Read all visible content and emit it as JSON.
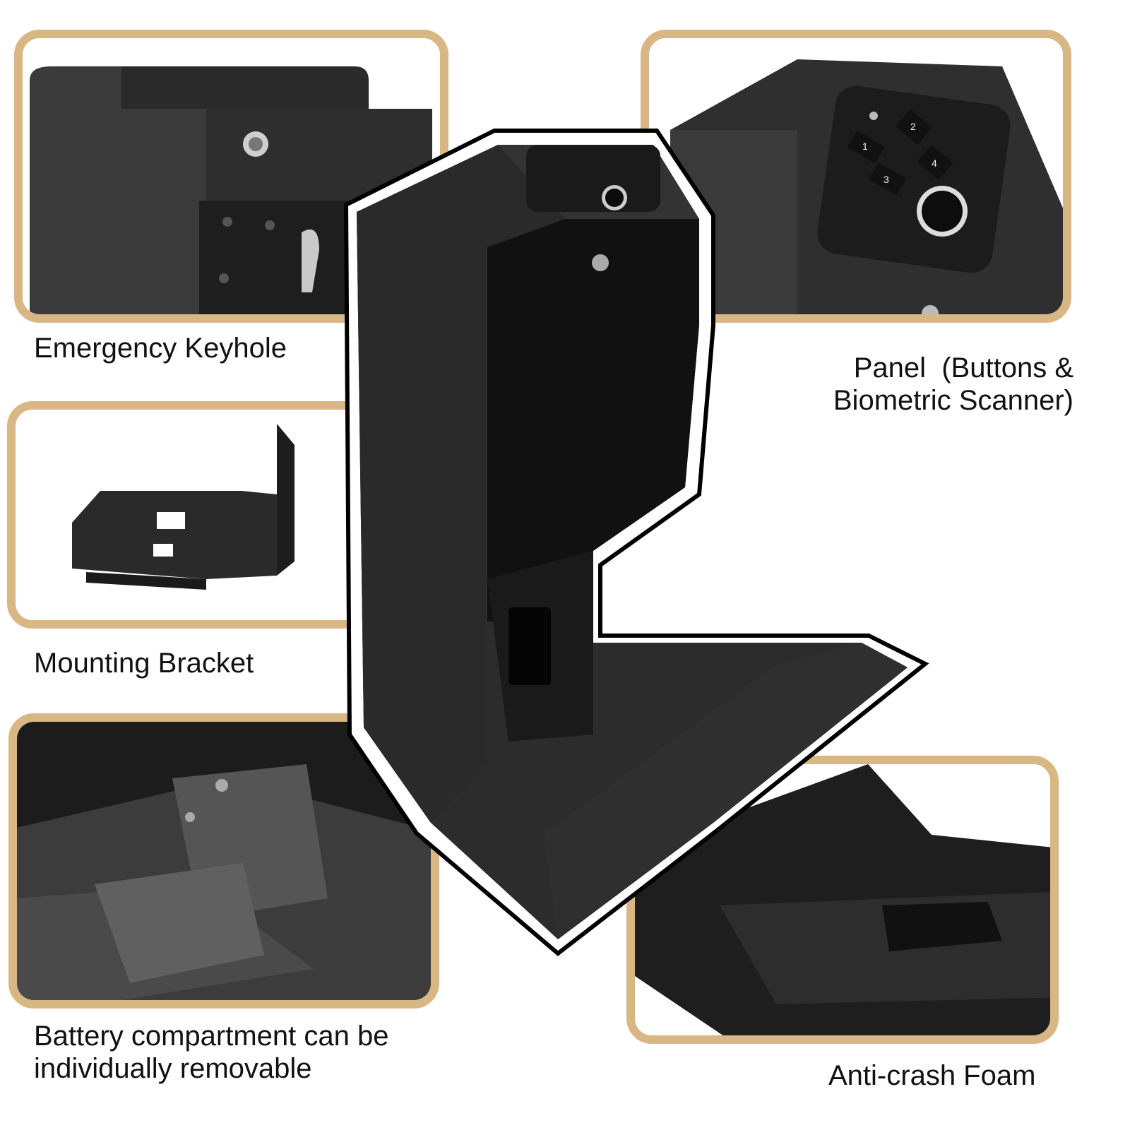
{
  "features": [
    {
      "id": "keyhole",
      "label": "Emergency Keyhole"
    },
    {
      "id": "panel",
      "label_line1": "Panel  (Buttons &",
      "label_line2": "Biometric Scanner)"
    },
    {
      "id": "bracket",
      "label": "Mounting Bracket"
    },
    {
      "id": "battery",
      "label_line1": "Battery compartment can be",
      "label_line2": "individually removable"
    },
    {
      "id": "foam",
      "label": "Anti-crash Foam"
    }
  ],
  "keypad": {
    "buttons": [
      "1",
      "2",
      "3",
      "4"
    ]
  },
  "colors": {
    "frame": "#d9b784",
    "safe_body": "#2b2b2b",
    "safe_dark": "#1a1a1a",
    "text": "#111111"
  }
}
